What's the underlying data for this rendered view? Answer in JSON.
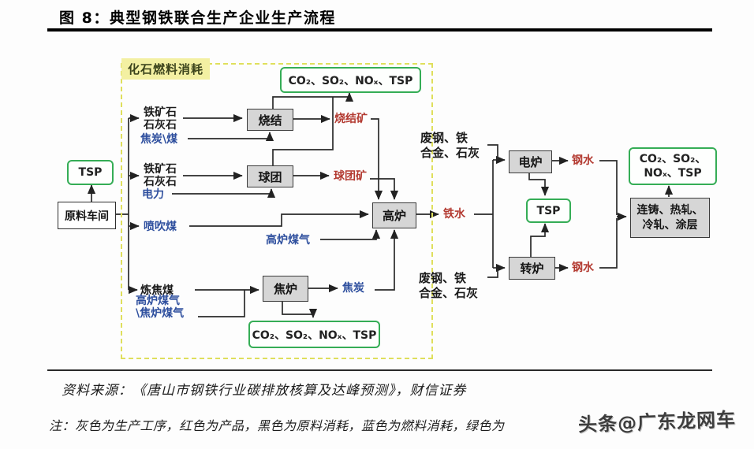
{
  "figure": {
    "title": "图 8：典型钢铁联合生产企业生产流程",
    "source": "资料来源：《唐山市钢铁行业碳排放核算及达峰预测》，财信证券",
    "note": "注：灰色为生产工序，红色为产品，黑色为原料消耗，蓝色为燃料消耗，绿色为",
    "watermark": "头条@广东龙网车"
  },
  "legend_colors": {
    "process_gray": "#d6d6d6",
    "product_red": "#b33a31",
    "fuel_blue": "#2e4f9e",
    "material_black": "#1a1a1a",
    "emission_green": "#35ad56",
    "fossil_boundary_yellow": "#dfdf5c"
  },
  "diagram": {
    "fossil_boundary_label": "化石燃料消耗",
    "left": {
      "tsp": "TSP",
      "raw_material_workshop": "原料车间"
    },
    "inputs": {
      "ore1": "铁矿石\n石灰石",
      "coke_coal": "焦炭\\煤",
      "ore2": "铁矿石\n石灰石",
      "electricity": "电力",
      "injection_coal": "喷吹煤",
      "bf_gas": "高炉煤气",
      "coking_coal": "炼焦煤",
      "bf_coke_gas": "高炉煤气\n\\焦炉煤气"
    },
    "processes": {
      "sintering": "烧结",
      "pelletizing": "球团",
      "blast_furnace": "高炉",
      "coke_oven": "焦炉",
      "electric_furnace": "电炉",
      "converter": "转炉",
      "casting_rolling": "连铸、热轧、\n冷轧、涂层"
    },
    "products": {
      "sinter_ore": "烧结矿",
      "pellet_ore": "球团矿",
      "molten_iron": "铁水",
      "coke": "焦炭",
      "molten_steel_top": "钢水",
      "molten_steel_bottom": "钢水"
    },
    "emissions": {
      "top": "CO₂、SO₂、NOₓ、TSP",
      "bottom": "CO₂、SO₂、NOₓ、TSP",
      "right": "CO₂、SO₂、\nNOₓ、TSP",
      "tsp_mid": "TSP"
    },
    "side_inputs": {
      "scrap_top": "废钢、铁\n合金、石灰",
      "scrap_bottom": "废钢、铁\n合金、石灰"
    }
  }
}
